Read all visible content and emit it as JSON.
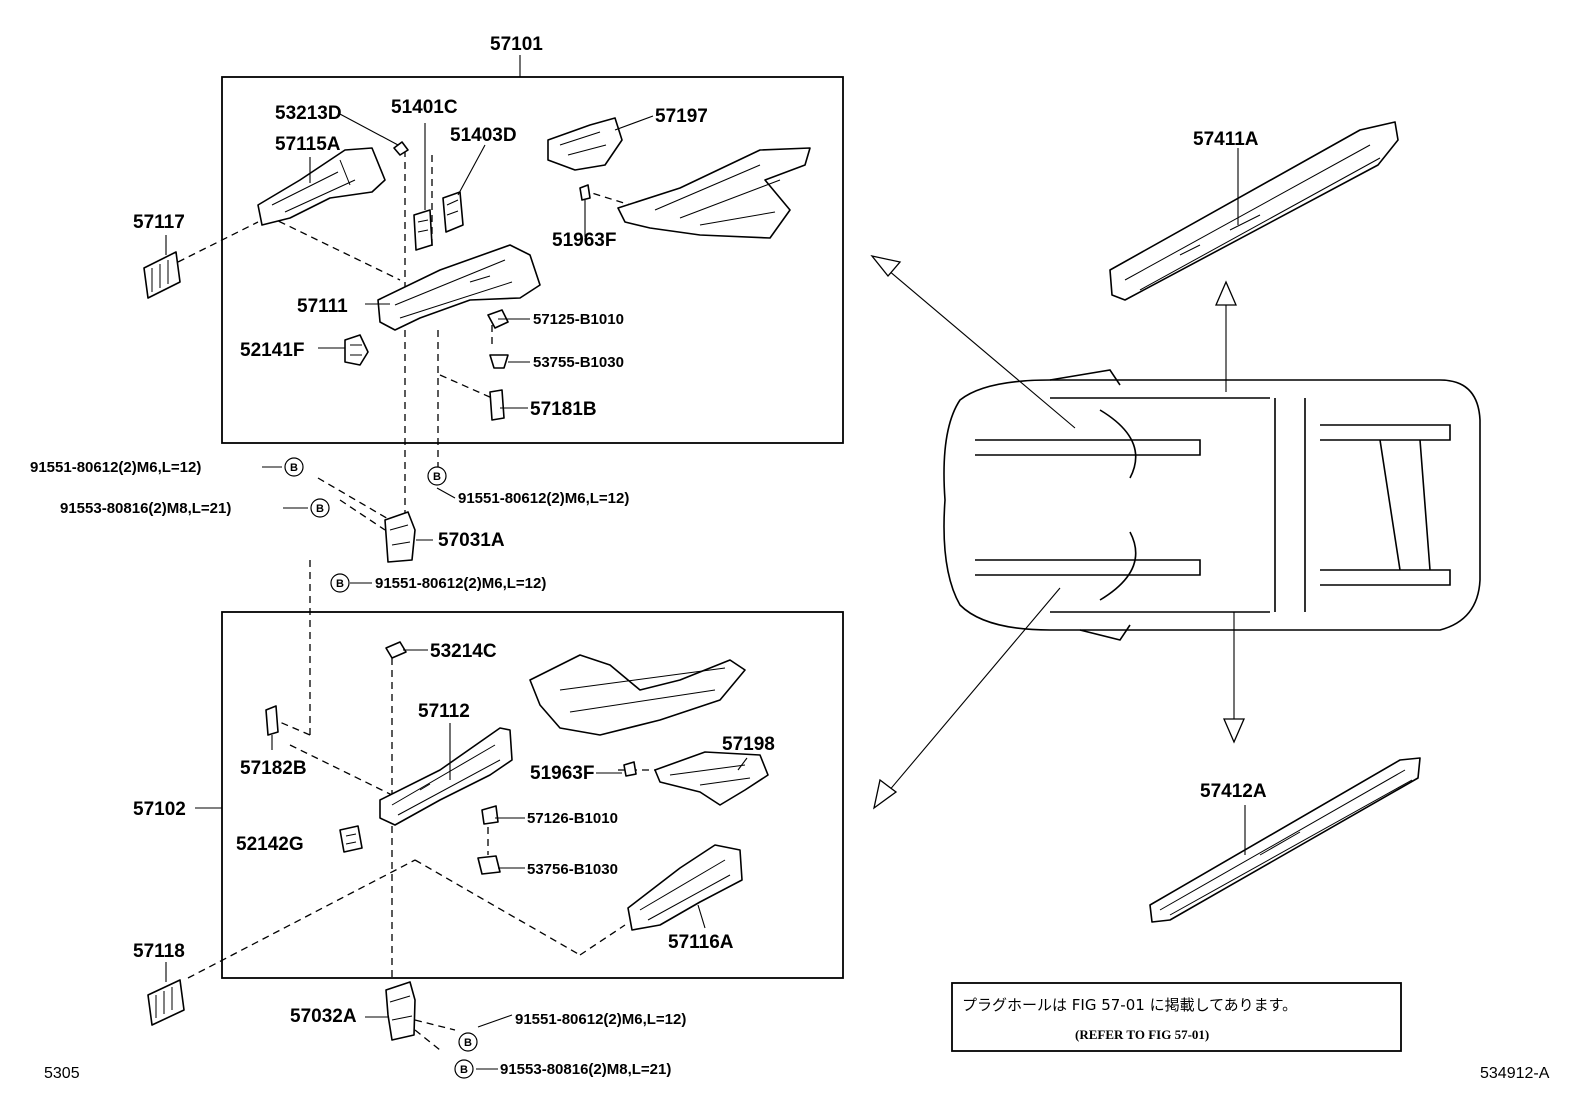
{
  "labels": {
    "p57101": "57101",
    "p53213D": "53213D",
    "p51401C": "51401C",
    "p57197": "57197",
    "p57115A": "57115A",
    "p51403D": "51403D",
    "p57117": "57117",
    "p51963F_top": "51963F",
    "p57111": "57111",
    "p57125": "57125-B1010",
    "p52141F": "52141F",
    "p53755": "53755-B1030",
    "p57181B": "57181B",
    "b1": "91551-80612(2)M6,L=12)",
    "b2": "91551-80612(2)M6,L=12)",
    "b3": "91553-80816(2)M8,L=21)",
    "p57031A": "57031A",
    "b4": "91551-80612(2)M6,L=12)",
    "p53214C": "53214C",
    "p57112": "57112",
    "p57198": "57198",
    "p57182B": "57182B",
    "p51963F_bot": "51963F",
    "p57102": "57102",
    "p57126": "57126-B1010",
    "p52142G": "52142G",
    "p53756": "53756-B1030",
    "p57116A": "57116A",
    "p57118": "57118",
    "p57032A": "57032A",
    "b5": "91551-80612(2)M6,L=12)",
    "b6": "91553-80816(2)M8,L=21)",
    "p57411A": "57411A",
    "p57412A": "57412A"
  },
  "bolt_marker": "B",
  "note": {
    "japanese": "プラグホールは FIG 57-01 に掲載してあります。",
    "english": "(REFER TO FIG 57-01)"
  },
  "corner": {
    "left": "5305",
    "right": "534912-A"
  }
}
